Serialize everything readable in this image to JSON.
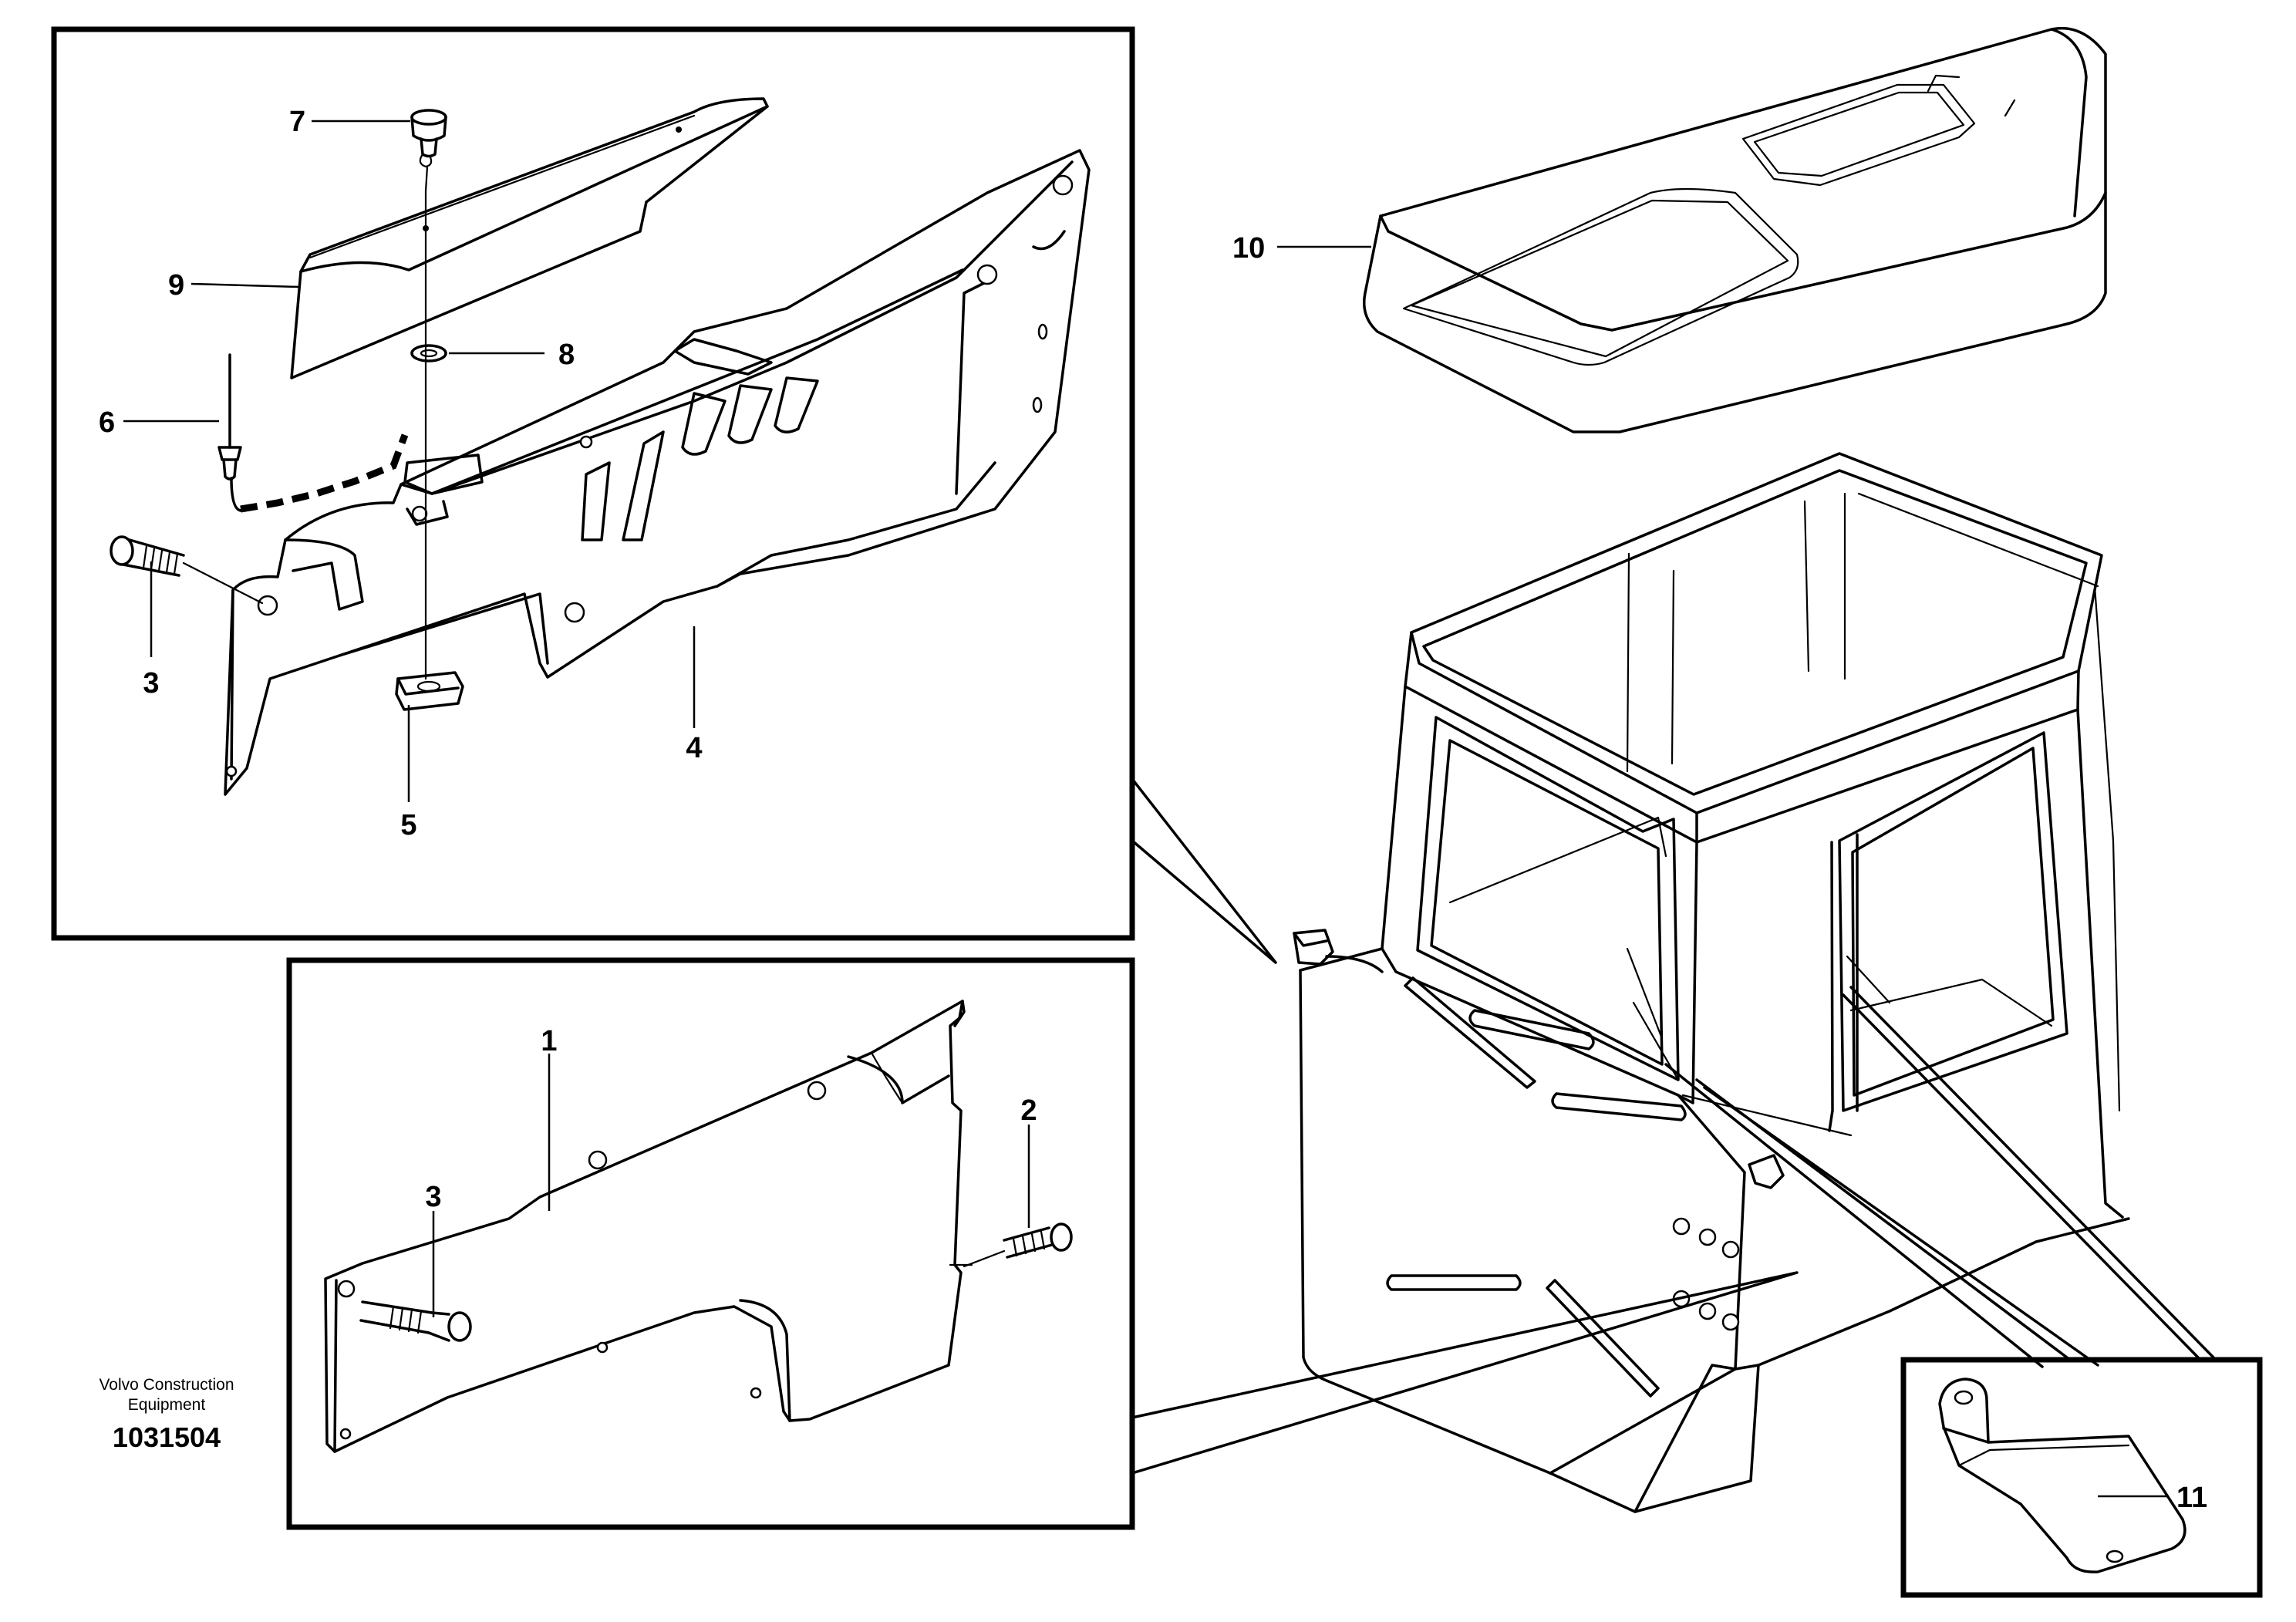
{
  "callouts": {
    "c1": "1",
    "c2": "2",
    "c3a": "3",
    "c3b": "3",
    "c4": "4",
    "c5": "5",
    "c6": "6",
    "c7": "7",
    "c8": "8",
    "c9": "9",
    "c10": "10",
    "c11": "11"
  },
  "brand": {
    "line1": "Volvo Construction",
    "line2": "Equipment"
  },
  "document_number": "1031504"
}
